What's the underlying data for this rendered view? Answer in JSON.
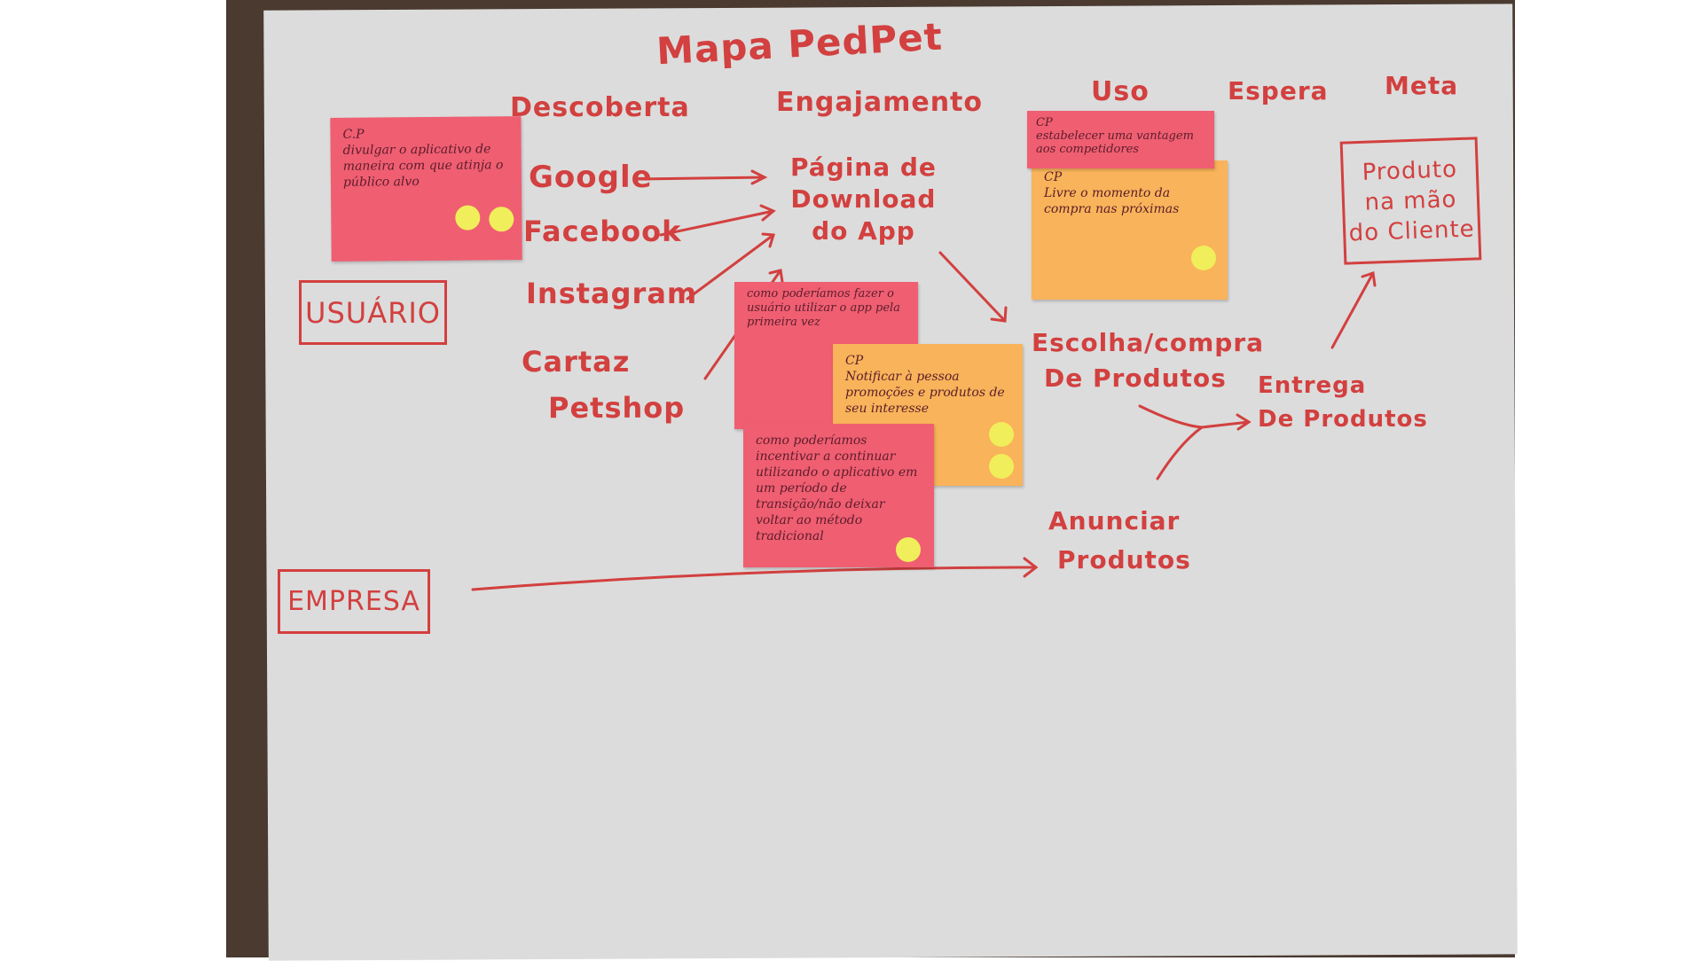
{
  "title": "Mapa PedPet",
  "phases": [
    "Descoberta",
    "Engajamento",
    "Uso",
    "Espera",
    "Meta"
  ],
  "actors": {
    "user": "USUÁRIO",
    "company": "EMPRESA"
  },
  "channels": [
    "Google",
    "Facebook",
    "Instagram",
    "Cartaz",
    "Petshop"
  ],
  "steps": {
    "download": [
      "Página de",
      "Download",
      "do App"
    ],
    "choose": [
      "Escolha/compra",
      "De Produtos"
    ],
    "advertise": [
      "Anunciar",
      "Produtos"
    ],
    "delivery": [
      "Entrega",
      "De Produtos"
    ],
    "goal": [
      "Produto",
      "na mão",
      "do Cliente"
    ]
  },
  "stickies": {
    "discovery": {
      "tag": "C.P",
      "text": "divulgar o aplicativo de maneira com que atinja o público alvo"
    },
    "engage_first": {
      "text": "como poderíamos fazer o usuário utilizar o app pela primeira vez"
    },
    "engage_notify": {
      "tag": "CP",
      "text": "Notificar à pessoa promoções e produtos de seu interesse"
    },
    "engage_continue": {
      "text": "como poderíamos incentivar a continuar utilizando o aplicativo em um período de transição/não deixar voltar ao método tradicional"
    },
    "use_advantage": {
      "tag": "CP",
      "text": "estabelecer uma vantagem aos competidores"
    },
    "use_moment": {
      "tag": "CP",
      "text": "Livre o momento da compra nas próximas"
    }
  },
  "colors": {
    "ink": "#d2403f",
    "pink": "#f05e72",
    "orange": "#f9b35a",
    "dot": "#f0ee5a"
  }
}
